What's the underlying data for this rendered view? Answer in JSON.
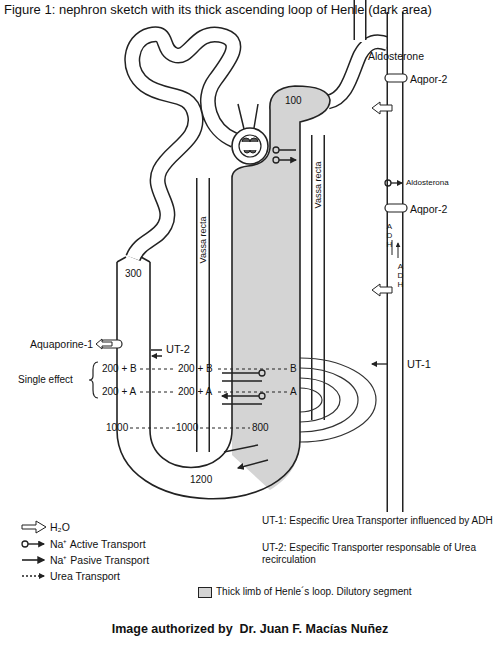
{
  "diagram": {
    "title": "Figure 1: nephron sketch with its thick ascending loop of Henle (dark area)",
    "caption": "Image authorized by  Dr. Juan F. Macías Nuñez",
    "labels": [
      "300",
      "100",
      "Aldosterone",
      "Aqpor-2",
      "Aldosterona",
      "Aqpor-2",
      "ADH",
      "ADH",
      "Aquaporine-1",
      "UT-2",
      "Single effect",
      "200 + B",
      "200 + B",
      "B",
      "200 + A",
      "200 + A",
      "A",
      "1000",
      "1000",
      "800",
      "1200",
      "UT-1",
      "Vassa recta",
      "Vassa recta"
    ],
    "legend": [
      {
        "text": "H₂O"
      },
      {
        "text": "Na⁺ Active Transport"
      },
      {
        "text": "Na⁺ Pasive Transport"
      },
      {
        "text": "Urea Transport"
      },
      {
        "text": "UT-1: Especific Urea Transporter influenced by ADH"
      },
      {
        "text": "UT-2: Especific Transporter responsable of Urea recirculation"
      },
      {
        "text": "Thick limb of Henle´s loop. Dilutory segment",
        "color": "#d4d4d4"
      }
    ]
  }
}
